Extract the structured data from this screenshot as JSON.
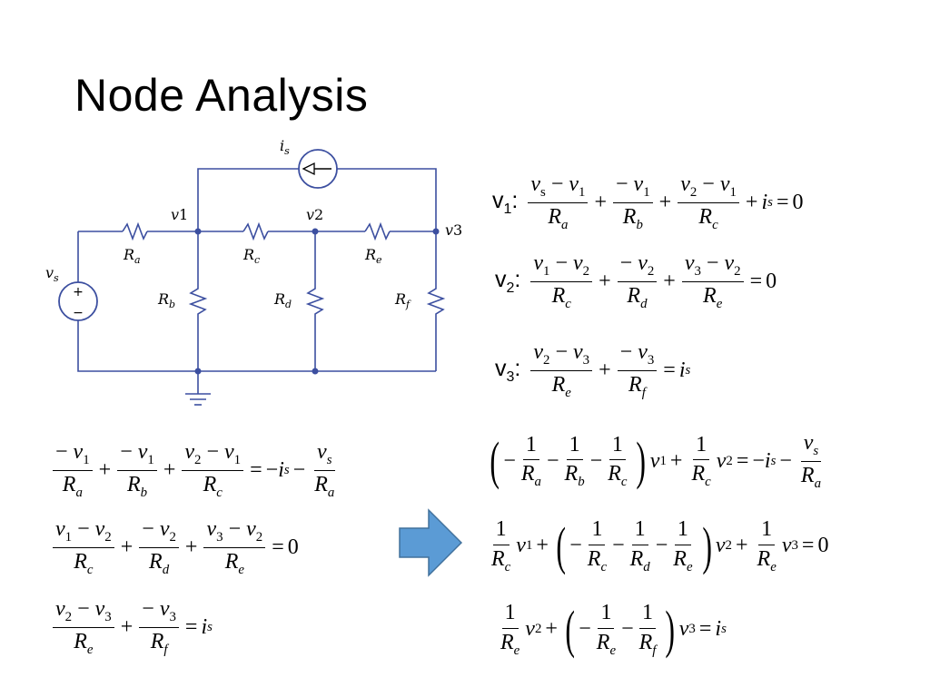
{
  "title": "Node Analysis",
  "circuit": {
    "labels": {
      "is": "i_s",
      "vs": "v_s",
      "v1": "v1",
      "v2": "v2",
      "v3": "v3",
      "Ra": "R_a",
      "Rb": "R_b",
      "Rc": "R_c",
      "Rd": "R_d",
      "Re": "R_e",
      "Rf": "R_f",
      "plus": "+",
      "minus": "−"
    },
    "colors": {
      "wire": "#3c4fa0"
    }
  },
  "node_equations": [
    {
      "label": "v",
      "sub": "1",
      "colon": ":"
    },
    {
      "label": "v",
      "sub": "2",
      "colon": ":"
    },
    {
      "label": "v",
      "sub": "3",
      "colon": ":"
    }
  ],
  "arrow": {
    "color": "#5b9bd5",
    "border": "#41719c"
  }
}
